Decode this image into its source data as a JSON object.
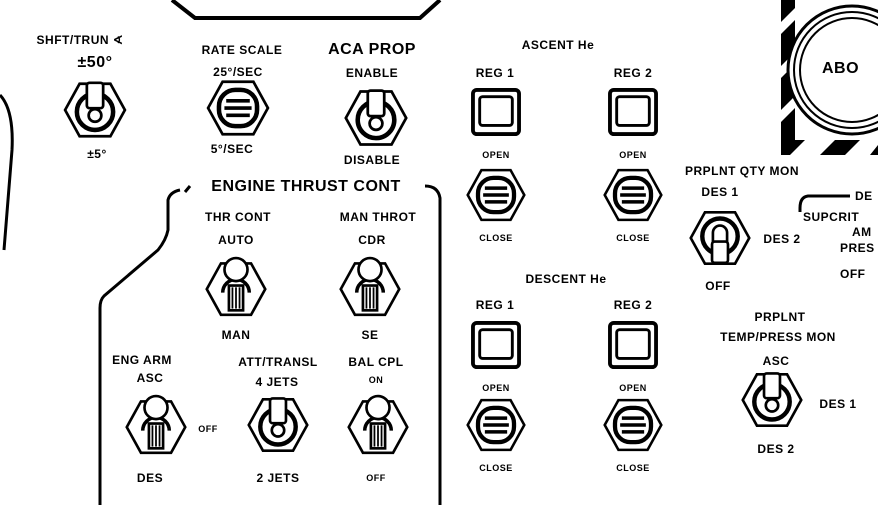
{
  "shft_trun": {
    "title": "SHFT/TRUN ∢",
    "up": "±50°",
    "down": "±5°"
  },
  "rate_scale": {
    "title": "RATE SCALE",
    "up": "25°/SEC",
    "down": "5°/SEC"
  },
  "aca_prop": {
    "title": "ACA PROP",
    "up": "ENABLE",
    "down": "DISABLE"
  },
  "engine_thrust_cont": {
    "title": "ENGINE THRUST CONT",
    "thr_cont": {
      "title": "THR CONT",
      "up": "AUTO",
      "down": "MAN"
    },
    "man_throt": {
      "title": "MAN THROT",
      "up": "CDR",
      "down": "SE"
    },
    "eng_arm": {
      "title": "ENG ARM",
      "up": "ASC",
      "right": "OFF",
      "down": "DES"
    },
    "att_transl": {
      "title": "ATT/TRANSL",
      "up": "4 JETS",
      "down": "2 JETS"
    },
    "bal_cpl": {
      "title": "BAL CPL",
      "up": "ON",
      "down": "OFF"
    }
  },
  "ascent_he": {
    "title": "ASCENT He",
    "reg1": {
      "title": "REG 1",
      "open": "OPEN",
      "close": "CLOSE"
    },
    "reg2": {
      "title": "REG 2",
      "open": "OPEN",
      "close": "CLOSE"
    }
  },
  "descent_he": {
    "title": "DESCENT He",
    "reg1": {
      "title": "REG 1",
      "open": "OPEN",
      "close": "CLOSE"
    },
    "reg2": {
      "title": "REG 2",
      "open": "OPEN",
      "close": "CLOSE"
    }
  },
  "prplnt_qty_mon": {
    "title": "PRPLNT QTY MON",
    "up": "DES 1",
    "right": "DES 2",
    "down": "OFF"
  },
  "prplnt_temp_press_mon": {
    "title1": "PRPLNT",
    "title2": "TEMP/PRESS MON",
    "up": "ASC",
    "right": "DES 1",
    "down": "DES 2"
  },
  "supcrit": {
    "title": "DE",
    "line1": "SUPCRIT",
    "line2": "AM",
    "line3": "PRES",
    "line4": "OFF"
  },
  "abort": {
    "label": "ABO"
  }
}
